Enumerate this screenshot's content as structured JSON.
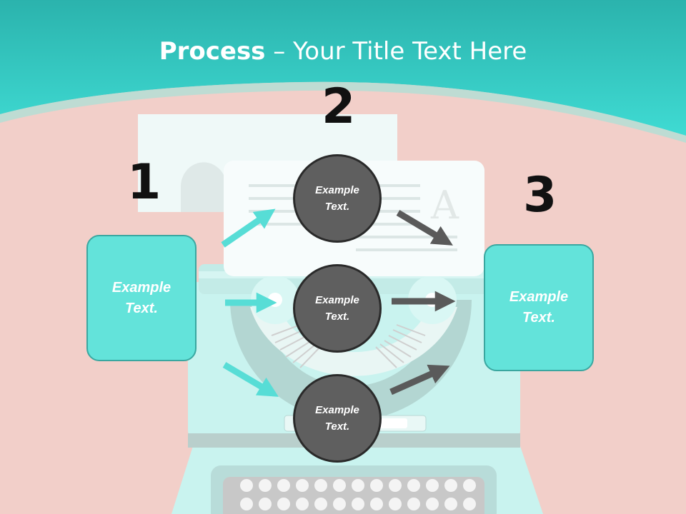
{
  "title": {
    "bold": "Process",
    "rest": " – Your Title Text Here"
  },
  "steps": [
    "1",
    "2",
    "3"
  ],
  "left_box": {
    "line1": "Example",
    "line2": "Text."
  },
  "right_box": {
    "line1": "Example",
    "line2": "Text."
  },
  "circles": [
    {
      "line1": "Example",
      "line2": "Text."
    },
    {
      "line1": "Example",
      "line2": "Text."
    },
    {
      "line1": "Example",
      "line2": "Text."
    }
  ],
  "colors": {
    "background": "#f2cfc9",
    "header": "#3fd9d2",
    "accent_box": "#63e3da",
    "circle": "#5f5f5f",
    "arrow_teal": "#57ddd6",
    "arrow_dark": "#5a5a5a"
  }
}
